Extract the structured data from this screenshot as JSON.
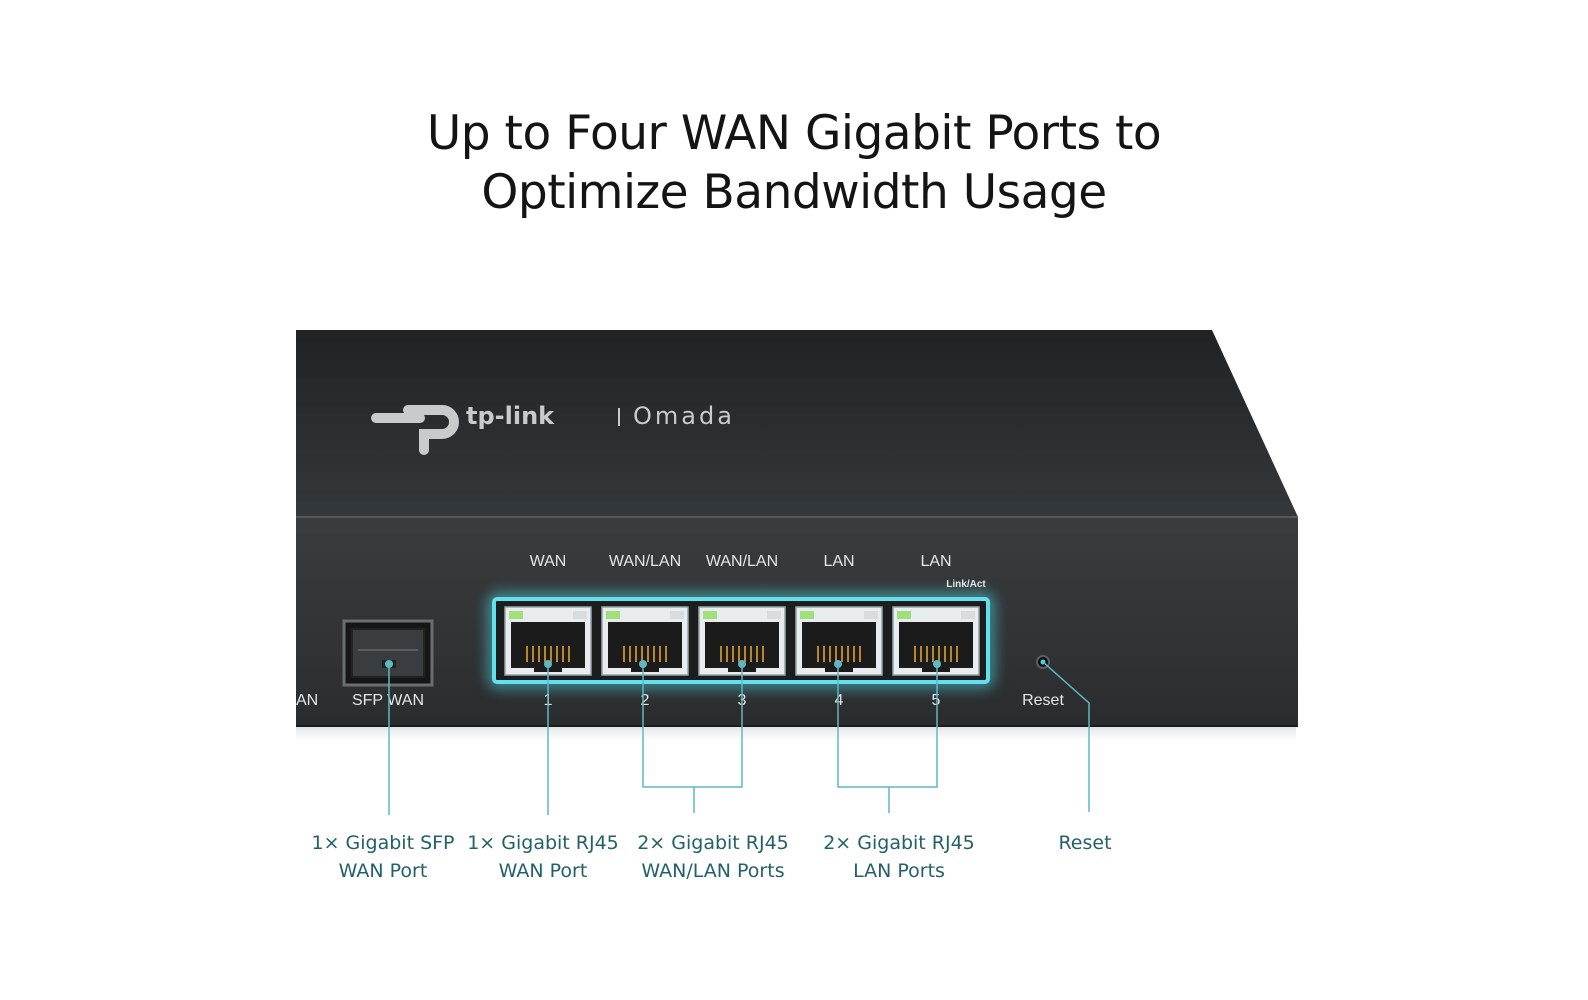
{
  "headline": {
    "line1": "Up to Four WAN Gigabit Ports to",
    "line2": "Optimize Bandwidth Usage"
  },
  "device": {
    "brand": "tp-link",
    "product_line": "Omada",
    "left_cut_label": "AN",
    "sfp_label": "SFP WAN",
    "status_led_label": "Link/Act",
    "reset_label": "Reset",
    "ports": [
      {
        "top_label": "WAN",
        "number": "1"
      },
      {
        "top_label": "WAN/LAN",
        "number": "2"
      },
      {
        "top_label": "WAN/LAN",
        "number": "3"
      },
      {
        "top_label": "LAN",
        "number": "4"
      },
      {
        "top_label": "LAN",
        "number": "5"
      }
    ]
  },
  "callouts": [
    {
      "line1": "1× Gigabit SFP",
      "line2": "WAN Port"
    },
    {
      "line1": "1× Gigabit RJ45",
      "line2": "WAN Port"
    },
    {
      "line1": "2× Gigabit RJ45",
      "line2": "WAN/LAN Ports"
    },
    {
      "line1": "2× Gigabit RJ45",
      "line2": "LAN Ports"
    },
    {
      "line1": "Reset",
      "line2": ""
    }
  ],
  "colors": {
    "chassis": "#2c2e30",
    "accent": "#4cd3e0",
    "callout_text": "#22606a",
    "leader_line": "#5fb8c2"
  }
}
